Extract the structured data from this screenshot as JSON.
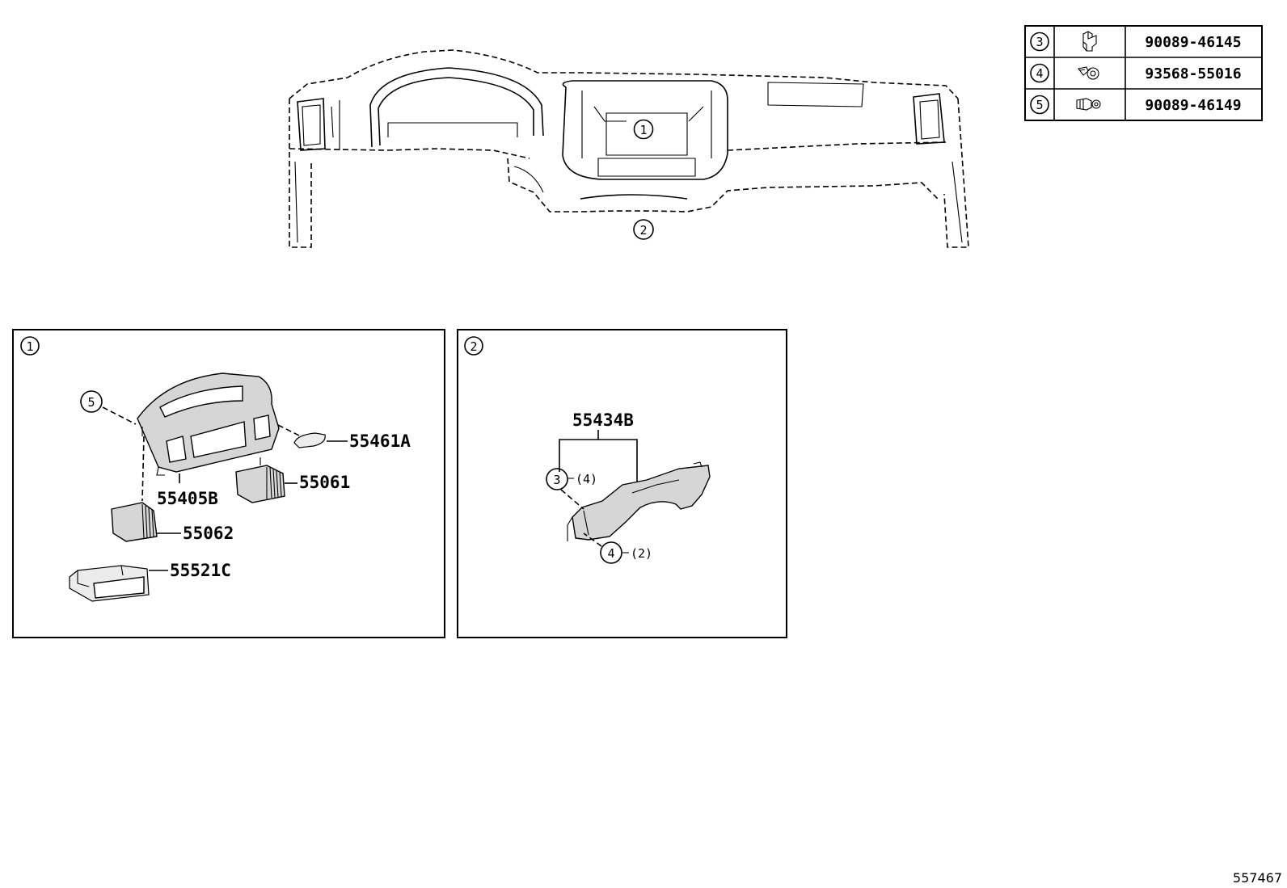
{
  "parts_table": [
    {
      "num": "3",
      "icon": "push-clip-icon",
      "part_no": "90089-46145"
    },
    {
      "num": "4",
      "icon": "screw-grommet-icon",
      "part_no": "93568-55016"
    },
    {
      "num": "5",
      "icon": "retainer-clip-icon",
      "part_no": "90089-46149"
    }
  ],
  "overview": {
    "callout_1": "1",
    "callout_2": "2"
  },
  "panel_1": {
    "num": "1",
    "callout_5": "5",
    "parts": {
      "cluster_bezel": "55405B",
      "clip_insert": "55461A",
      "vent_right": "55061",
      "vent_left": "55062",
      "pocket": "55521C"
    }
  },
  "panel_2": {
    "num": "2",
    "part": "55434B",
    "callout_3": "3",
    "qty_3": "(4)",
    "callout_4": "4",
    "qty_4": "(2)"
  },
  "footer_id": "557467"
}
